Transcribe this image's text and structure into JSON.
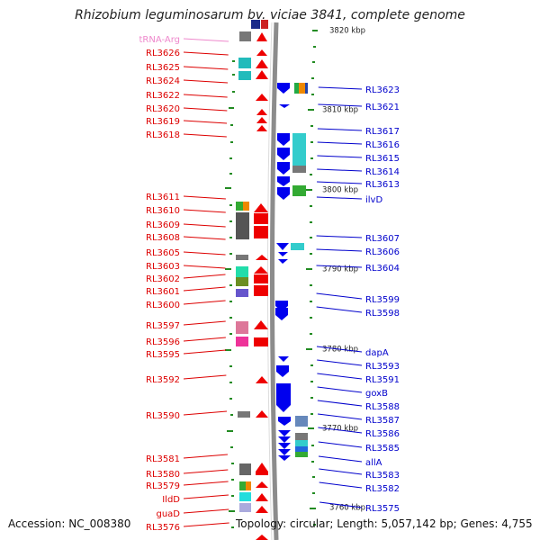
{
  "title": "Rhizobium leguminosarum bv. viciae 3841, complete genome",
  "accession": "Accession: NC_008380",
  "topology": "Topology: circular; Length: 5,057,142 bp; Genes: 4,755",
  "colors": {
    "left_label": "#dd0000",
    "right_label": "#0000cc",
    "trna_label": "#ee88cc",
    "reverse_strand": "#ee0000",
    "forward_strand": "#0000ee",
    "backbone": "#8c8c8c",
    "tick": "#228b22"
  },
  "scale_labels": [
    {
      "text": "3820 kbp",
      "pos": 33
    },
    {
      "text": "3810 kbp",
      "pos": 121
    },
    {
      "text": "3800 kbp",
      "pos": 210
    },
    {
      "text": "3790 kbp",
      "pos": 298
    },
    {
      "text": "3780 kbp",
      "pos": 387
    },
    {
      "text": "3770 kbp",
      "pos": 475
    },
    {
      "text": "3760 kbp",
      "pos": 563
    }
  ],
  "left_labels": [
    {
      "text": "tRNA-Arg",
      "pos": 43,
      "trna": true
    },
    {
      "text": "RL3626",
      "pos": 58
    },
    {
      "text": "RL3625",
      "pos": 74
    },
    {
      "text": "RL3624",
      "pos": 89
    },
    {
      "text": "RL3622",
      "pos": 105
    },
    {
      "text": "RL3620",
      "pos": 120
    },
    {
      "text": "RL3619",
      "pos": 134
    },
    {
      "text": "RL3618",
      "pos": 149
    },
    {
      "text": "RL3611",
      "pos": 218
    },
    {
      "text": "RL3610",
      "pos": 233
    },
    {
      "text": "RL3609",
      "pos": 249
    },
    {
      "text": "RL3608",
      "pos": 263
    },
    {
      "text": "RL3605",
      "pos": 280
    },
    {
      "text": "RL3603",
      "pos": 295
    },
    {
      "text": "RL3602",
      "pos": 309
    },
    {
      "text": "RL3601",
      "pos": 323
    },
    {
      "text": "RL3600",
      "pos": 338
    },
    {
      "text": "RL3597",
      "pos": 361
    },
    {
      "text": "RL3596",
      "pos": 379
    },
    {
      "text": "RL3595",
      "pos": 393
    },
    {
      "text": "RL3592",
      "pos": 421
    },
    {
      "text": "RL3590",
      "pos": 461
    },
    {
      "text": "RL3581",
      "pos": 509
    },
    {
      "text": "RL3580",
      "pos": 526
    },
    {
      "text": "RL3579",
      "pos": 539
    },
    {
      "text": "IldD",
      "pos": 554
    },
    {
      "text": "guaD",
      "pos": 570
    },
    {
      "text": "RL3576",
      "pos": 585
    }
  ],
  "right_labels": [
    {
      "text": "RL3623",
      "pos": 99
    },
    {
      "text": "RL3621",
      "pos": 118
    },
    {
      "text": "RL3617",
      "pos": 145
    },
    {
      "text": "RL3616",
      "pos": 160
    },
    {
      "text": "RL3615",
      "pos": 175
    },
    {
      "text": "RL3614",
      "pos": 190
    },
    {
      "text": "RL3613",
      "pos": 204
    },
    {
      "text": "ilvD",
      "pos": 221
    },
    {
      "text": "RL3607",
      "pos": 264
    },
    {
      "text": "RL3606",
      "pos": 279
    },
    {
      "text": "RL3604",
      "pos": 297
    },
    {
      "text": "RL3599",
      "pos": 332
    },
    {
      "text": "RL3598",
      "pos": 347
    },
    {
      "text": "dapA",
      "pos": 391
    },
    {
      "text": "RL3593",
      "pos": 406
    },
    {
      "text": "RL3591",
      "pos": 421
    },
    {
      "text": "goxB",
      "pos": 436
    },
    {
      "text": "RL3588",
      "pos": 451
    },
    {
      "text": "RL3587",
      "pos": 466
    },
    {
      "text": "RL3586",
      "pos": 481
    },
    {
      "text": "RL3585",
      "pos": 497
    },
    {
      "text": "allA",
      "pos": 513
    },
    {
      "text": "RL3583",
      "pos": 527
    },
    {
      "text": "RL3582",
      "pos": 542
    },
    {
      "text": "RL3575",
      "pos": 564
    }
  ]
}
